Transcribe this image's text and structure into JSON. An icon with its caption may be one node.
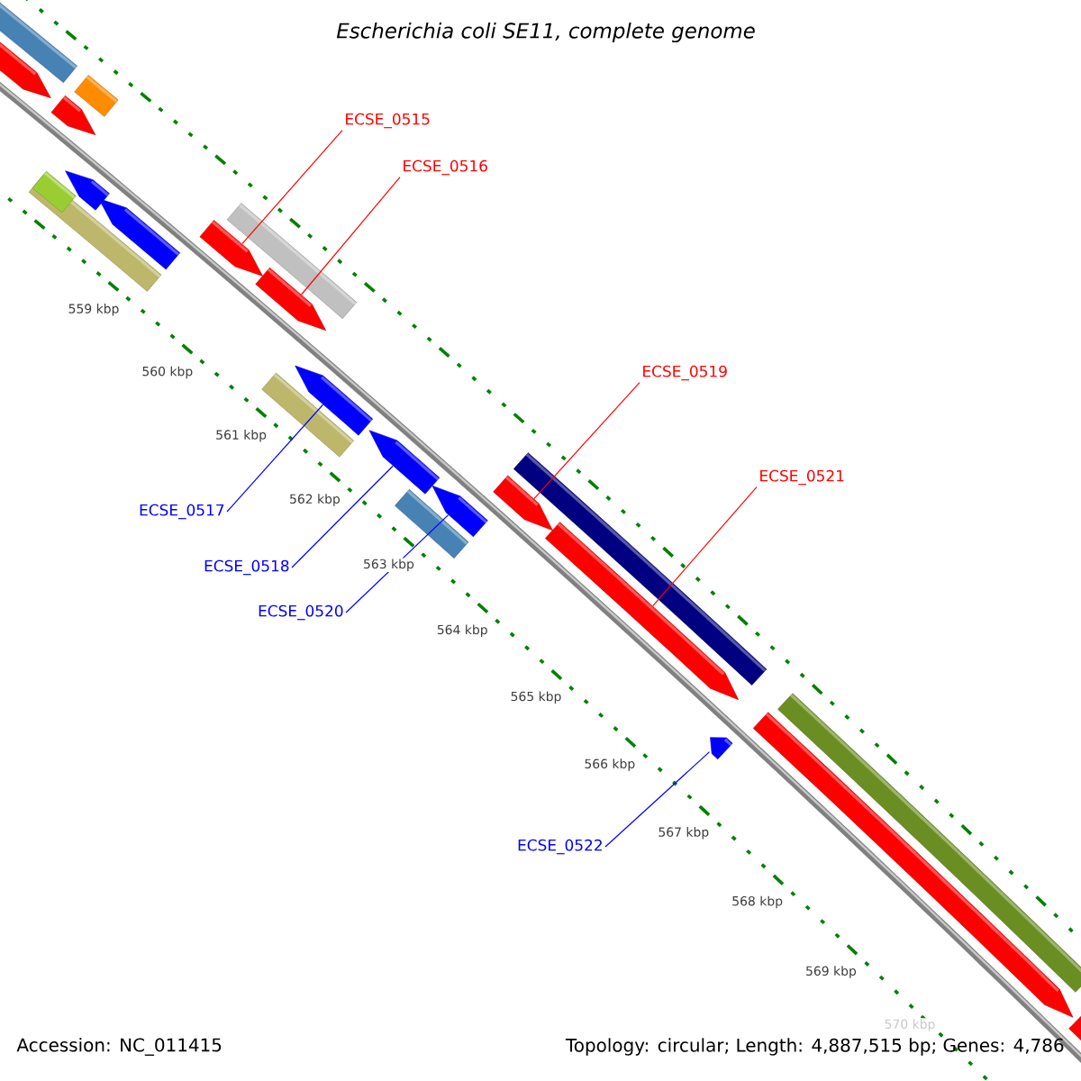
{
  "diagram": {
    "title": "Escherichia coli SE11, complete genome",
    "nodes": [
      {
        "text": [
          "ECSE_0515"
        ]
      },
      {
        "text": [
          "ECSE_0516"
        ]
      },
      {
        "text": [
          "ECSE_0519"
        ]
      },
      {
        "text": [
          "ECSE_0521"
        ]
      },
      {
        "text": [
          "ECSE_0517"
        ]
      },
      {
        "text": [
          "ECSE_0518"
        ]
      },
      {
        "text": [
          "ECSE_0520"
        ]
      },
      {
        "text": [
          "ECSE_0522"
        ]
      },
      {
        "text": [],
        "shape": "bar"
      },
      {
        "text": [],
        "shape": "bar"
      },
      {
        "text": [],
        "shape": "bar"
      },
      {
        "text": [],
        "shape": "bar"
      },
      {
        "text": [],
        "shape": "bar"
      },
      {
        "text": [],
        "shape": "bar"
      },
      {
        "text": [],
        "shape": "bar"
      },
      {
        "text": [],
        "shape": "bar"
      },
      {
        "text": [],
        "shape": "bar"
      },
      {
        "text": [],
        "shape": "bar"
      },
      {
        "text": [],
        "shape": "bar"
      },
      {
        "text": [],
        "shape": "bar"
      },
      {
        "text": [],
        "shape": "bar"
      },
      {
        "text": [],
        "shape": "bar"
      },
      {
        "text": [],
        "shape": "bar"
      },
      {
        "text": [],
        "shape": "bar"
      },
      {
        "text": [],
        "shape": "bar"
      },
      {
        "text": [],
        "shape": "bar"
      },
      {
        "text": [],
        "shape": "bar"
      },
      {
        "text": [],
        "shape": "bar"
      },
      {
        "text": [],
        "shape": "bar"
      },
      {
        "text": [],
        "shape": "bar"
      },
      {
        "text": [],
        "shape": "bar"
      }
    ],
    "edges": [
      {
        "from": 0,
        "to": 8,
        "arrow": "none",
        "color": "#ff0000"
      },
      {
        "from": 1,
        "to": 9,
        "arrow": "none",
        "color": "#ff0000"
      },
      {
        "from": 2,
        "to": 10,
        "arrow": "none",
        "color": "#ff0000"
      },
      {
        "from": 3,
        "to": 11,
        "arrow": "none",
        "color": "#ff0000"
      },
      {
        "from": 4,
        "to": 12,
        "arrow": "none",
        "color": "#0000ff"
      },
      {
        "from": 5,
        "to": 13,
        "arrow": "none",
        "color": "#0000ff"
      },
      {
        "from": 6,
        "to": 14,
        "arrow": "none",
        "color": "#0000ff"
      },
      {
        "from": 7,
        "to": 15,
        "arrow": "none",
        "color": "#0000ff"
      }
    ],
    "labels": [
      "559 kbp",
      "560 kbp",
      "561 kbp",
      "562 kbp",
      "563 kbp",
      "564 kbp",
      "565 kbp",
      "566 kbp",
      "567 kbp",
      "568 kbp",
      "569 kbp",
      "570 kbp",
      "Accession: NC_011415",
      "Topology: circular; Length: 4,887,515 bp; Genes: 4,786"
    ]
  }
}
